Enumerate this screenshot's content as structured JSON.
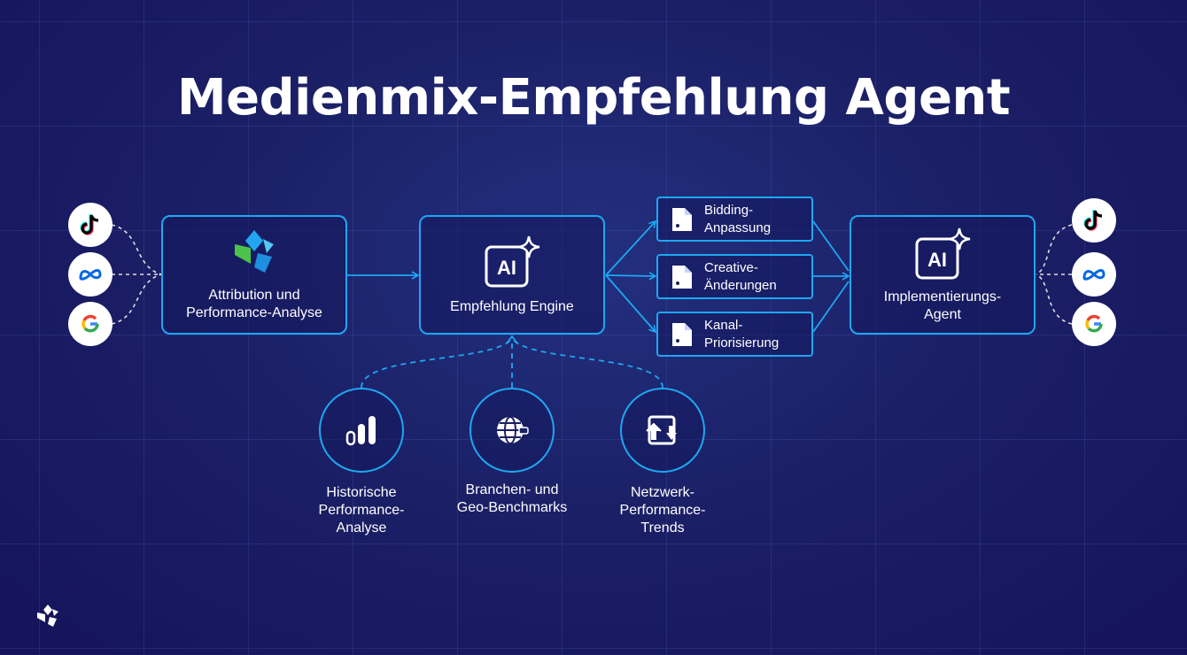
{
  "title": "Medienmix-Empfehlung Agent",
  "nodes": {
    "attribution": "Attribution und\nPerformance-Analyse",
    "engine": "Empfehlung Engine",
    "implementation": "Implementierungs-\nAgent",
    "ai_badge": "AI"
  },
  "outputs": [
    {
      "label": "Bidding-\nAnpassung"
    },
    {
      "label": "Creative-\nÄnderungen"
    },
    {
      "label": "Kanal-\nPriorisierung"
    }
  ],
  "inputs": [
    {
      "label": "Historische\nPerformance-\nAnalyse",
      "icon": "bar-chart-icon"
    },
    {
      "label": "Branchen- und\nGeo-Benchmarks",
      "icon": "globe-icon"
    },
    {
      "label": "Netzwerk-\nPerformance-\nTrends",
      "icon": "trend-icon"
    }
  ],
  "channels": [
    {
      "name": "TikTok",
      "icon": "tiktok-icon"
    },
    {
      "name": "Meta",
      "icon": "meta-icon"
    },
    {
      "name": "Google",
      "icon": "google-icon"
    }
  ],
  "colors": {
    "accent": "#1ea7f2",
    "background": "#1b2066",
    "text": "#ffffff"
  }
}
